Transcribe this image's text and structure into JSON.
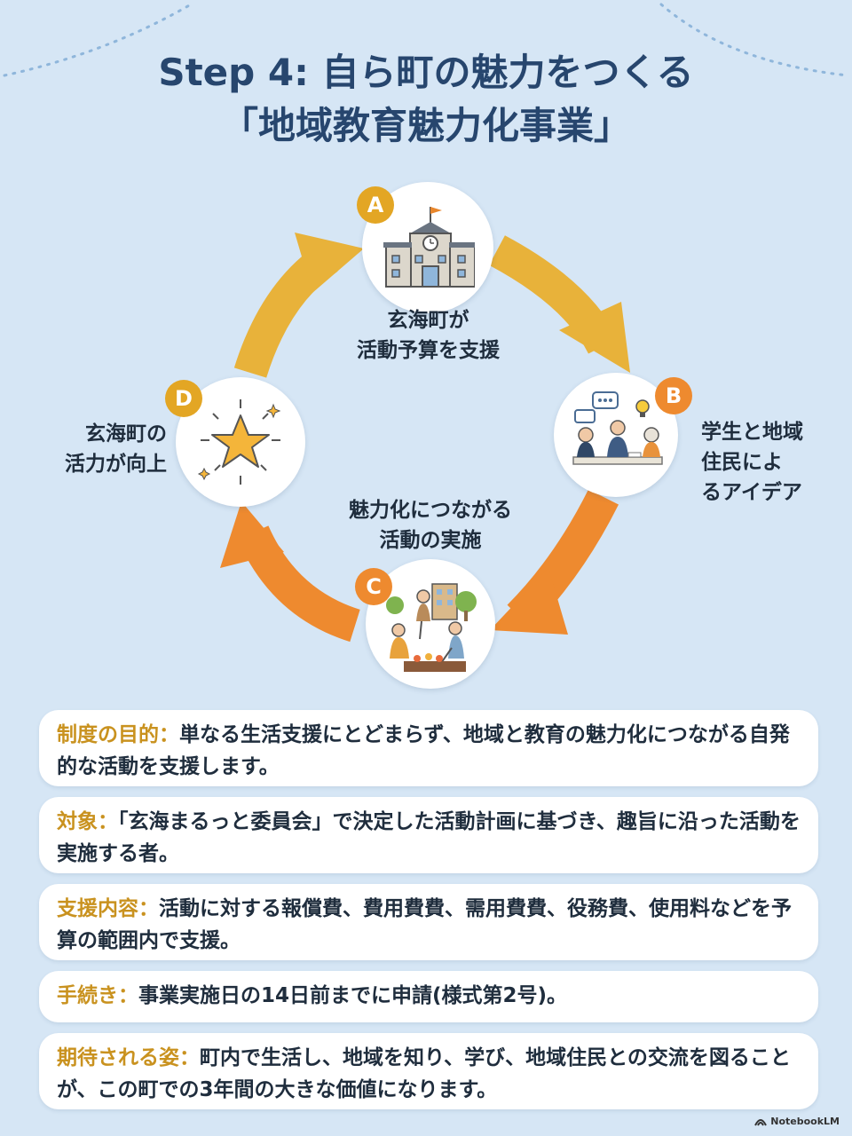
{
  "title": {
    "line1": "Step 4: 自ら町の魅力をつくる",
    "line2": "「地域教育魅力化事業」"
  },
  "cycle": {
    "nodes": [
      {
        "badge": "A",
        "icon": "school-building-icon",
        "label_lines": [
          "玄海町が",
          "活動予算を支援"
        ],
        "color": "#e3a624"
      },
      {
        "badge": "B",
        "icon": "meeting-people-icon",
        "label_lines": [
          "学生と地域",
          "住民によ",
          "るアイデア"
        ],
        "color": "#ee8a2f"
      },
      {
        "badge": "C",
        "icon": "gardening-activity-icon",
        "label_lines": [
          "魅力化につながる",
          "活動の実施"
        ],
        "color": "#ee8a2f"
      },
      {
        "badge": "D",
        "icon": "sparkle-star-icon",
        "label_lines": [
          "玄海町の",
          "活力が向上"
        ],
        "color": "#e3a624"
      }
    ],
    "arrow_colors": {
      "gold": "#e8b23a",
      "orange": "#ee8a2f"
    }
  },
  "cards": [
    {
      "label": "制度の目的：",
      "text": "単なる生活支援にとどまらず、地域と教育の魅力化につながる自発的な活動を支援します。"
    },
    {
      "label": "対象：",
      "text": "「玄海まるっと委員会」で決定した活動計画に基づき、趣旨に沿った活動を実施する者。"
    },
    {
      "label": "支援内容：",
      "text": "活動に対する報償費、費用費費、需用費費、役務費、使用料などを予算の範囲内で支援。"
    },
    {
      "label": "手続き：",
      "text": "事業実施日の14日前までに申請(様式第2号)。"
    },
    {
      "label": "期待される姿：",
      "text": "町内で生活し、地域を知り、学び、地域住民との交流を図ることが、この町での3年間の大きな価値になります。"
    }
  ],
  "footer": {
    "brand": "NotebookLM"
  },
  "colors": {
    "title": "#27466e",
    "label_gold": "#c9921f",
    "background": "#d6e6f5"
  }
}
